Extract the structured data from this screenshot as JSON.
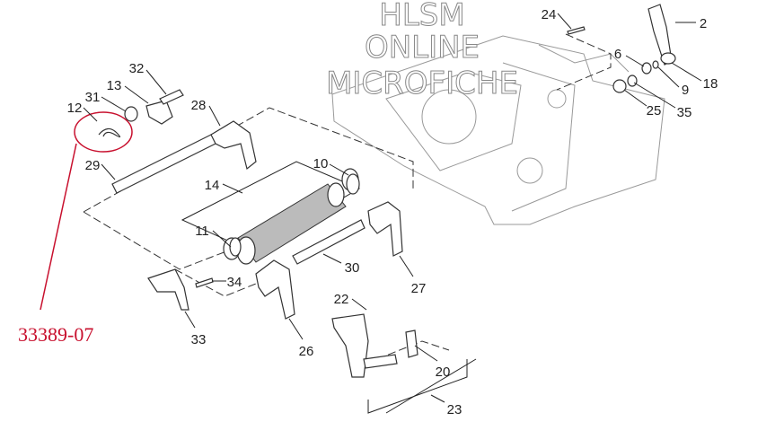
{
  "watermark": {
    "line1": "HLSM",
    "line2": "ONLINE",
    "line3": "MICROFICHE"
  },
  "callouts": [
    "24",
    "2",
    "6",
    "18",
    "9",
    "25",
    "35",
    "32",
    "13",
    "31",
    "12",
    "28",
    "29",
    "10",
    "14",
    "11",
    "30",
    "27",
    "34",
    "33",
    "26",
    "22",
    "20",
    "23"
  ],
  "highlight": {
    "part_number": "33389-07",
    "circled_item": "12",
    "color": "#c8102e"
  }
}
